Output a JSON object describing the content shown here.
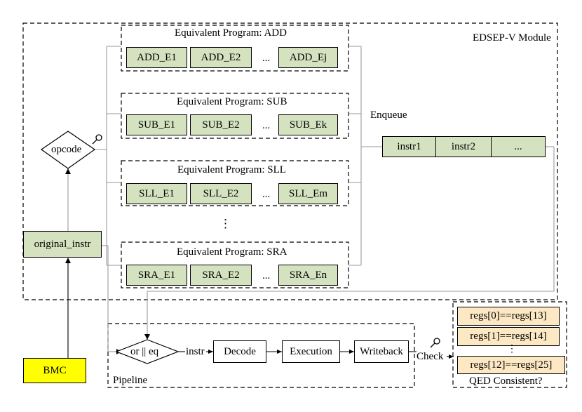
{
  "module_label": "EDSEP-V Module",
  "equiv_programs": [
    {
      "title": "Equivalent Program: ADD",
      "items": [
        "ADD_E1",
        "ADD_E2",
        "ADD_Ej"
      ]
    },
    {
      "title": "Equivalent Program: SUB",
      "items": [
        "SUB_E1",
        "SUB_E2",
        "SUB_Ek"
      ]
    },
    {
      "title": "Equivalent Program: SLL",
      "items": [
        "SLL_E1",
        "SLL_E2",
        "SLL_Em"
      ]
    },
    {
      "title": "Equivalent Program: SRA",
      "items": [
        "SRA_E1",
        "SRA_E2",
        "SRA_En"
      ]
    }
  ],
  "ellipsis": "...",
  "vertical_ellipsis": "⋮",
  "opcode_label": "opcode",
  "original_instr_label": "original_instr",
  "enqueue_label": "Enqueue",
  "queue_items": [
    "instr1",
    "instr2",
    "..."
  ],
  "bmc_label": "BMC",
  "pipeline": {
    "label": "Pipeline",
    "mux_label": "or || eq",
    "instr_label": "instr",
    "stages": [
      "Decode",
      "Execution",
      "Writeback"
    ]
  },
  "check_label": "Check",
  "qed": {
    "checks": [
      "regs[0]==regs[13]",
      "regs[1]==regs[14]",
      "regs[12]==regs[25]"
    ],
    "ellipsis": "⋮",
    "label": "QED Consistent?"
  },
  "colors": {
    "green_fill": "#d4e2bf",
    "yellow_fill": "#ffff00",
    "orange_fill": "#fde8c4"
  }
}
